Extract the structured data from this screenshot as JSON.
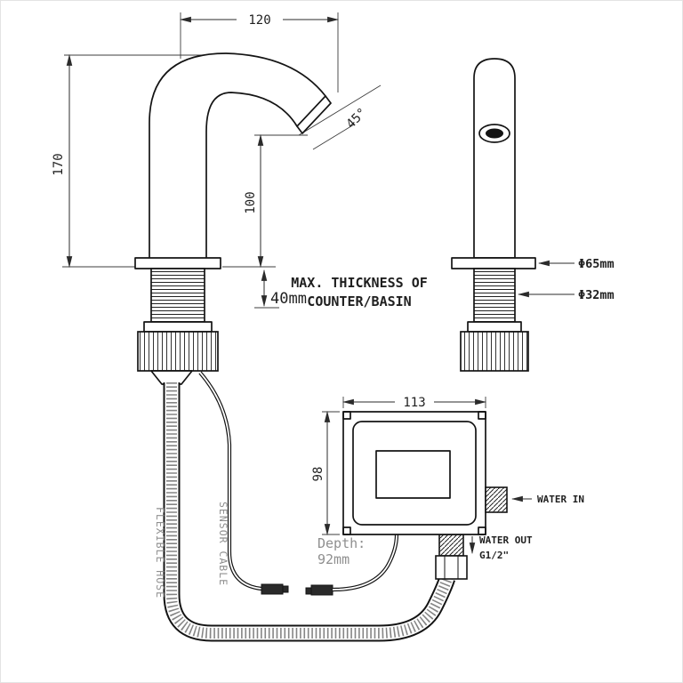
{
  "drawing": {
    "dims": {
      "spout_reach": "120",
      "spout_height": "170",
      "outlet_height": "100",
      "spout_angle": "45°",
      "counter_thickness": "40mm",
      "flange_diameter": "Φ65mm",
      "shank_diameter": "Φ32mm",
      "control_box_width": "113",
      "control_box_height": "98",
      "depth_label": "Depth:",
      "depth_value": "92mm"
    },
    "notes": {
      "max_thickness_line1": "MAX. THICKNESS OF",
      "max_thickness_line2": "COUNTER/BASIN"
    },
    "labels": {
      "flexible_hose": "FLEXIBLE HOSE",
      "sensor_cable": "SENSOR CABLE",
      "water_in": "WATER IN",
      "water_out": "WATER OUT",
      "water_out_thread": "G1/2\""
    },
    "colors": {
      "line": "#141414",
      "dimension": "#2b2b2b",
      "muted_text": "#8f8f8f",
      "background": "#ffffff"
    }
  }
}
